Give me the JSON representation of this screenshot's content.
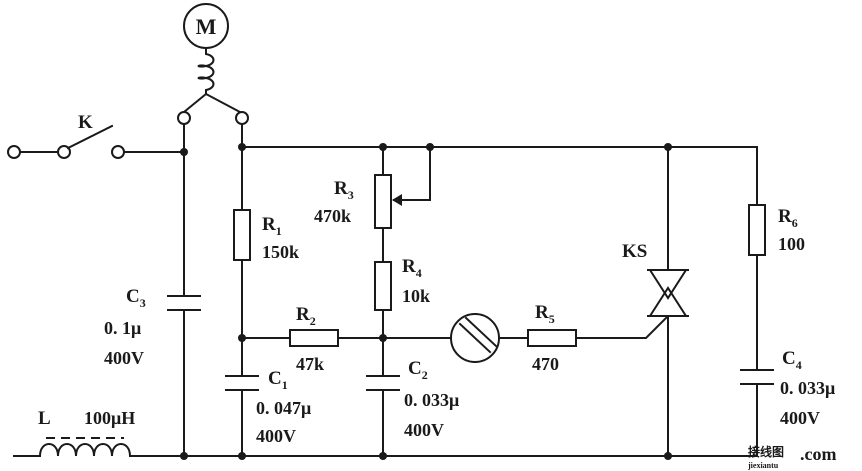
{
  "motor": {
    "label": "M"
  },
  "switch": {
    "label": "K"
  },
  "inductor": {
    "label": "L",
    "value": "100μH"
  },
  "thyristor": {
    "label": "KS"
  },
  "resistors": [
    {
      "id": "R1",
      "name": "R",
      "sub": "1",
      "value": "150k"
    },
    {
      "id": "R2",
      "name": "R",
      "sub": "2",
      "value": "47k"
    },
    {
      "id": "R3",
      "name": "R",
      "sub": "3",
      "value": "470k"
    },
    {
      "id": "R4",
      "name": "R",
      "sub": "4",
      "value": "10k"
    },
    {
      "id": "R5",
      "name": "R",
      "sub": "5",
      "value": "470"
    },
    {
      "id": "R6",
      "name": "R",
      "sub": "6",
      "value": "100"
    }
  ],
  "capacitors": [
    {
      "id": "C1",
      "name": "C",
      "sub": "1",
      "value": "0. 047μ",
      "voltage": "400V"
    },
    {
      "id": "C2",
      "name": "C",
      "sub": "2",
      "value": "0. 033μ",
      "voltage": "400V"
    },
    {
      "id": "C3",
      "name": "C",
      "sub": "3",
      "value": "0. 1μ",
      "voltage": "400V"
    },
    {
      "id": "C4",
      "name": "C",
      "sub": "4",
      "value": "0. 033μ",
      "voltage": "400V"
    }
  ],
  "watermark": {
    "chinese": "接线图",
    "domain": ".com",
    "sub": "jiexiantu"
  }
}
